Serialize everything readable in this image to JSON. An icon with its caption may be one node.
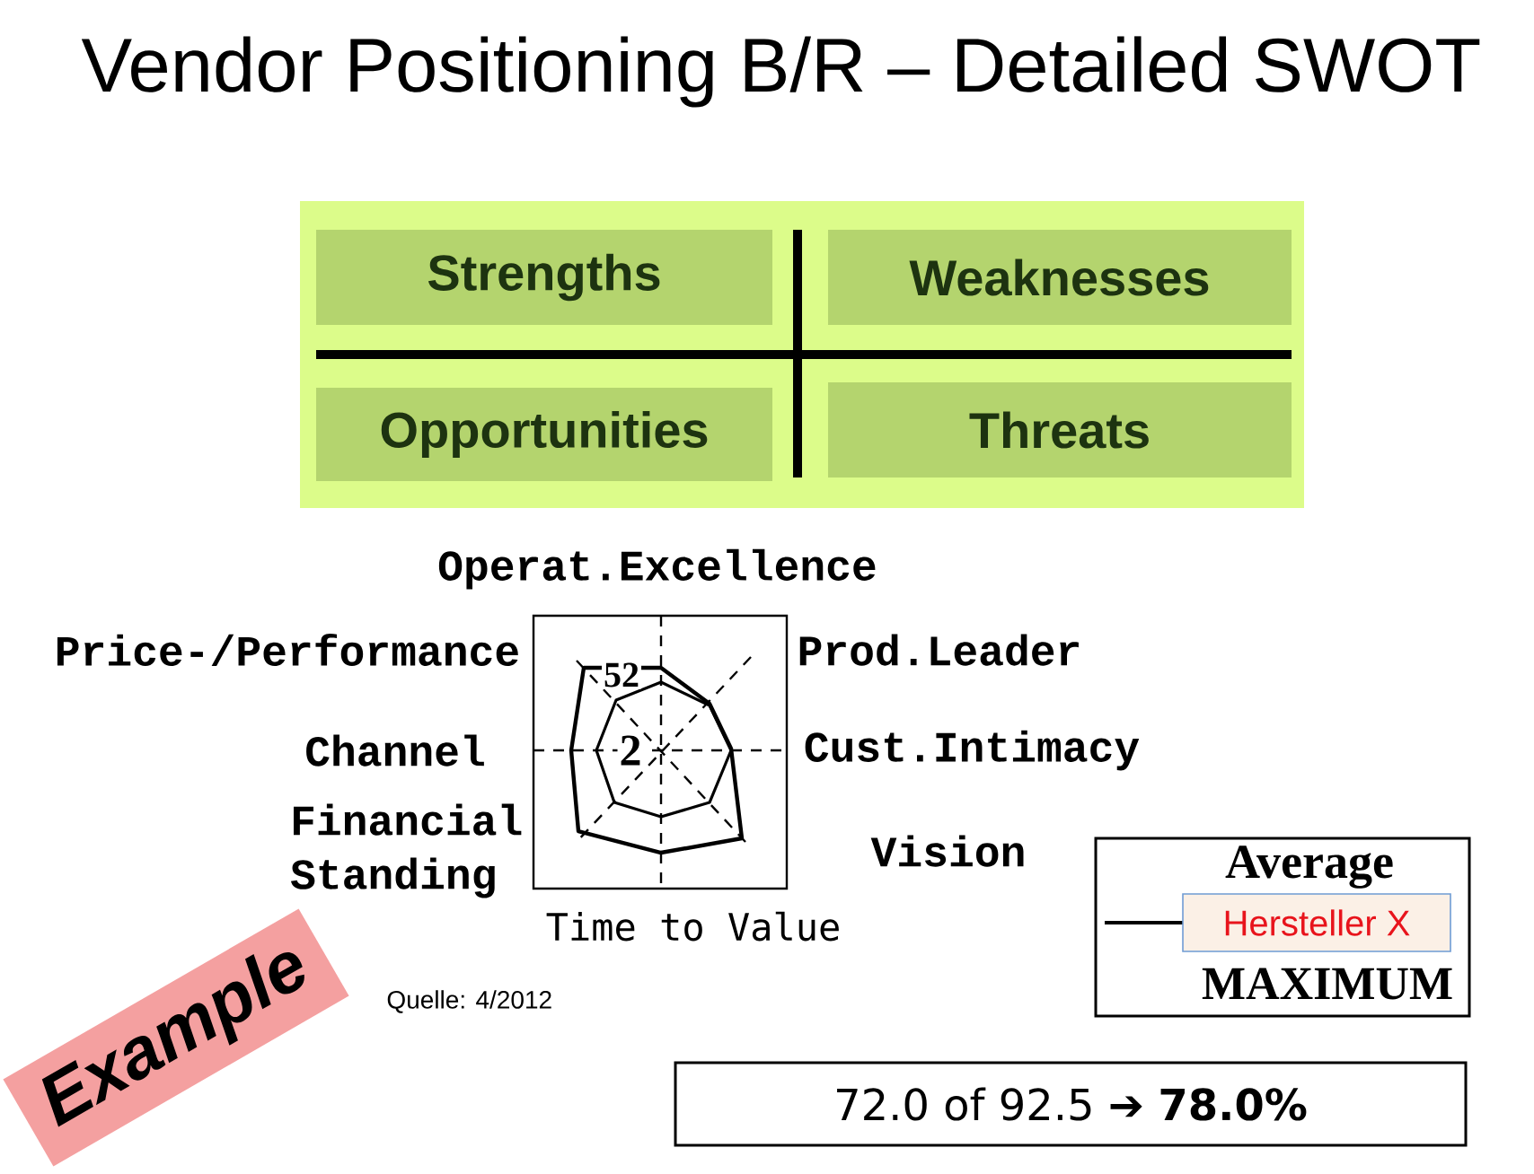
{
  "diagram": {
    "title": "Vendor Positioning B/R – Detailed SWOT",
    "nodes": [
      {
        "text": [],
        "shape": "box"
      },
      {
        "text": [
          "Strengths"
        ],
        "in": 0
      },
      {
        "text": [
          "Weaknesses"
        ],
        "in": 0
      },
      {
        "text": [
          "Opportunities"
        ],
        "in": 0
      },
      {
        "text": [
          "Threats"
        ],
        "in": 0
      },
      {
        "text": [
          "Example"
        ]
      },
      {
        "text": [
          "72.0 of 92.5 ➔ **78.0%**"
        ]
      }
    ],
    "labels": [
      "Operat.Excellence",
      "Price-/Performance",
      "52",
      "Prod.Leader",
      "Channel",
      "2",
      "Cust.Intimacy",
      "Financial Standing",
      "Vision",
      "Time to Value",
      "Quelle: 4/2012"
    ],
    "legend": [
      {
        "text": "Average"
      },
      {
        "text": "Hersteller X"
      },
      {
        "text": "MAXIMUM"
      }
    ]
  }
}
